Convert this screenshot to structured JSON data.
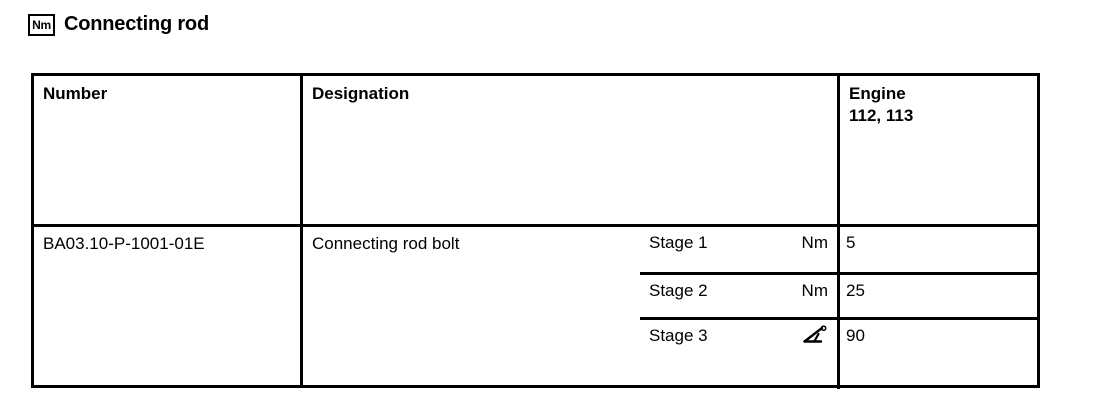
{
  "title": {
    "badge": "Nm",
    "badge_icon": "torque-unit-icon",
    "text": "Connecting rod"
  },
  "table": {
    "headers": {
      "number": "Number",
      "designation": "Designation",
      "engine": "Engine\n112, 113"
    },
    "rows": [
      {
        "number": "BA03.10-P-1001-01E",
        "designation": "Connecting rod bolt",
        "stages": [
          {
            "label": "Stage 1",
            "unit": "Nm",
            "unit_icon": "",
            "value": "5"
          },
          {
            "label": "Stage 2",
            "unit": "Nm",
            "unit_icon": "",
            "value": "25"
          },
          {
            "label": "Stage 3",
            "unit": "",
            "unit_icon": "angle-icon",
            "value": "90"
          }
        ]
      }
    ]
  },
  "colors": {
    "background": "#ffffff",
    "foreground": "#000000",
    "rule": "#000000"
  }
}
